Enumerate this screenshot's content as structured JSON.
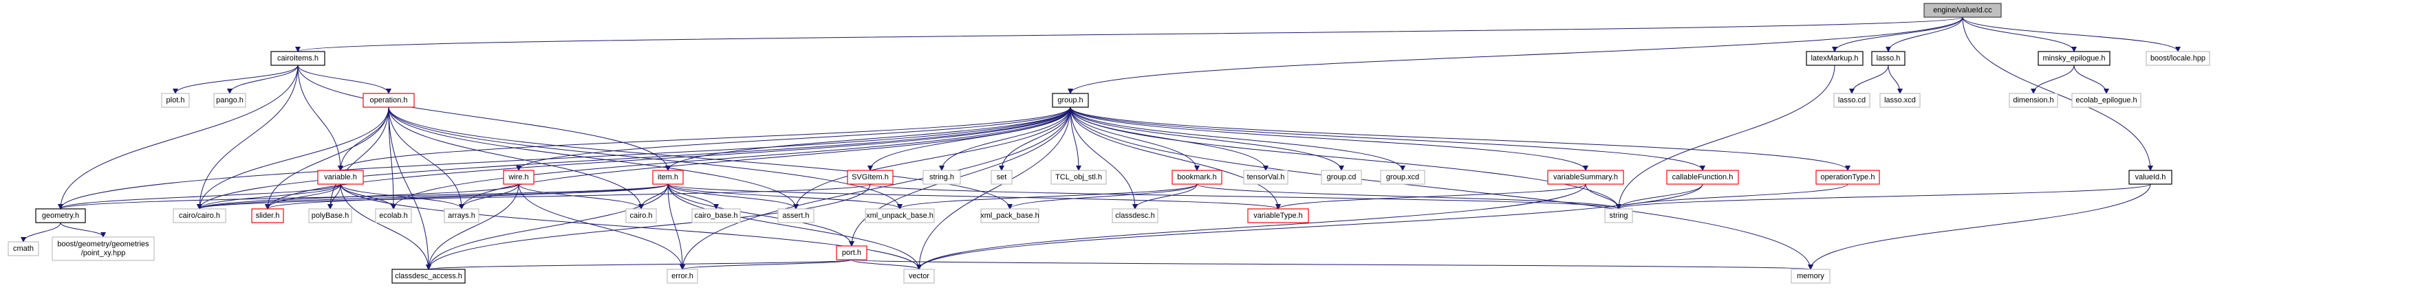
{
  "graph": {
    "colors": {
      "edge": "#191970",
      "focus_fill": "#bfbfbf",
      "focus_border": "#404040",
      "documented_border": "#000000",
      "undocumented_border": "#bfbfbf",
      "incomplete_border": "#ff0000"
    },
    "nodes": [
      {
        "id": "valueId_cc",
        "label": "engine/valueId.cc",
        "kind": "focus"
      },
      {
        "id": "cairoItems_h",
        "label": "cairoItems.h",
        "kind": "documented"
      },
      {
        "id": "latexMarkup_h",
        "label": "latexMarkup.h",
        "kind": "documented"
      },
      {
        "id": "lasso_h",
        "label": "lasso.h",
        "kind": "documented"
      },
      {
        "id": "minsky_epilogue_h",
        "label": "minsky_epilogue.h",
        "kind": "documented"
      },
      {
        "id": "boost_locale",
        "label": "boost/locale.hpp",
        "kind": "external"
      },
      {
        "id": "plot_h",
        "label": "plot.h",
        "kind": "external"
      },
      {
        "id": "pango_h",
        "label": "pango.h",
        "kind": "external"
      },
      {
        "id": "operation_h",
        "label": "operation.h",
        "kind": "incomplete"
      },
      {
        "id": "group_h",
        "label": "group.h",
        "kind": "documented"
      },
      {
        "id": "lasso_cd",
        "label": "lasso.cd",
        "kind": "external"
      },
      {
        "id": "lasso_xcd",
        "label": "lasso.xcd",
        "kind": "external"
      },
      {
        "id": "dimension_h",
        "label": "dimension.h",
        "kind": "external"
      },
      {
        "id": "ecolab_epilogue_h",
        "label": "ecolab_epilogue.h",
        "kind": "external"
      },
      {
        "id": "valueId_h",
        "label": "valueId.h",
        "kind": "documented"
      },
      {
        "id": "variable_h",
        "label": "variable.h",
        "kind": "incomplete"
      },
      {
        "id": "wire_h",
        "label": "wire.h",
        "kind": "incomplete"
      },
      {
        "id": "item_h",
        "label": "item.h",
        "kind": "incomplete"
      },
      {
        "id": "SVGItem_h",
        "label": "SVGItem.h",
        "kind": "incomplete"
      },
      {
        "id": "string_h",
        "label": "string.h",
        "kind": "external"
      },
      {
        "id": "set",
        "label": "set",
        "kind": "external"
      },
      {
        "id": "TCL_obj_stl_h",
        "label": "TCL_obj_stl.h",
        "kind": "external"
      },
      {
        "id": "bookmark_h",
        "label": "bookmark.h",
        "kind": "incomplete"
      },
      {
        "id": "tensorVal_h",
        "label": "tensorVal.h",
        "kind": "external"
      },
      {
        "id": "group_cd",
        "label": "group.cd",
        "kind": "external"
      },
      {
        "id": "group_xcd",
        "label": "group.xcd",
        "kind": "external"
      },
      {
        "id": "variableSummary_h",
        "label": "variableSummary.h",
        "kind": "incomplete"
      },
      {
        "id": "callableFunction_h",
        "label": "callableFunction.h",
        "kind": "incomplete"
      },
      {
        "id": "operationType_h",
        "label": "operationType.h",
        "kind": "incomplete"
      },
      {
        "id": "geometry_h",
        "label": "geometry.h",
        "kind": "documented"
      },
      {
        "id": "cairo_cairo_h",
        "label": "cairo/cairo.h",
        "kind": "external"
      },
      {
        "id": "slider_h",
        "label": "slider.h",
        "kind": "incomplete"
      },
      {
        "id": "polyBase_h",
        "label": "polyBase.h",
        "kind": "external"
      },
      {
        "id": "ecolab_h",
        "label": "ecolab.h",
        "kind": "external"
      },
      {
        "id": "arrays_h",
        "label": "arrays.h",
        "kind": "external"
      },
      {
        "id": "cairo_h",
        "label": "cairo.h",
        "kind": "external"
      },
      {
        "id": "cairo_base_h",
        "label": "cairo_base.h",
        "kind": "external"
      },
      {
        "id": "assert_h",
        "label": "assert.h",
        "kind": "external"
      },
      {
        "id": "xml_unpack_base_h",
        "label": "xml_unpack_base.h",
        "kind": "external"
      },
      {
        "id": "xml_pack_base_h",
        "label": "xml_pack_base.h",
        "kind": "external"
      },
      {
        "id": "classdesc_h",
        "label": "classdesc.h",
        "kind": "external"
      },
      {
        "id": "variableType_h",
        "label": "variableType.h",
        "kind": "incomplete"
      },
      {
        "id": "string",
        "label": "string",
        "kind": "external"
      },
      {
        "id": "cmath",
        "label": "cmath",
        "kind": "external"
      },
      {
        "id": "boost_geometry",
        "label": "boost/geometry/geometries\n/point_xy.hpp",
        "kind": "external"
      },
      {
        "id": "port_h",
        "label": "port.h",
        "kind": "incomplete"
      },
      {
        "id": "classdesc_access_h",
        "label": "classdesc_access.h",
        "kind": "documented"
      },
      {
        "id": "error_h",
        "label": "error.h",
        "kind": "external"
      },
      {
        "id": "vector",
        "label": "vector",
        "kind": "external"
      },
      {
        "id": "memory",
        "label": "memory",
        "kind": "external"
      }
    ],
    "edges": [
      [
        "valueId_cc",
        "cairoItems_h"
      ],
      [
        "valueId_cc",
        "group_h"
      ],
      [
        "valueId_cc",
        "latexMarkup_h"
      ],
      [
        "valueId_cc",
        "lasso_h"
      ],
      [
        "valueId_cc",
        "minsky_epilogue_h"
      ],
      [
        "valueId_cc",
        "boost_locale"
      ],
      [
        "valueId_cc",
        "valueId_h"
      ],
      [
        "cairoItems_h",
        "plot_h"
      ],
      [
        "cairoItems_h",
        "pango_h"
      ],
      [
        "cairoItems_h",
        "operation_h"
      ],
      [
        "cairoItems_h",
        "variable_h"
      ],
      [
        "cairoItems_h",
        "geometry_h"
      ],
      [
        "cairoItems_h",
        "cairo_cairo_h"
      ],
      [
        "cairoItems_h",
        "item_h"
      ],
      [
        "latexMarkup_h",
        "string"
      ],
      [
        "lasso_h",
        "lasso_cd"
      ],
      [
        "lasso_h",
        "lasso_xcd"
      ],
      [
        "minsky_epilogue_h",
        "dimension_h"
      ],
      [
        "minsky_epilogue_h",
        "ecolab_epilogue_h"
      ],
      [
        "valueId_h",
        "string"
      ],
      [
        "valueId_h",
        "memory"
      ],
      [
        "operation_h",
        "variable_h"
      ],
      [
        "operation_h",
        "slider_h"
      ],
      [
        "operation_h",
        "polyBase_h"
      ],
      [
        "operation_h",
        "ecolab_h"
      ],
      [
        "operation_h",
        "arrays_h"
      ],
      [
        "operation_h",
        "cairo_cairo_h"
      ],
      [
        "operation_h",
        "classdesc_access_h"
      ],
      [
        "operation_h",
        "cairo_h"
      ],
      [
        "operation_h",
        "assert_h"
      ],
      [
        "operation_h",
        "xml_unpack_base_h"
      ],
      [
        "operation_h",
        "xml_pack_base_h"
      ],
      [
        "group_h",
        "variable_h"
      ],
      [
        "group_h",
        "wire_h"
      ],
      [
        "group_h",
        "item_h"
      ],
      [
        "group_h",
        "SVGItem_h"
      ],
      [
        "group_h",
        "string_h"
      ],
      [
        "group_h",
        "set"
      ],
      [
        "group_h",
        "TCL_obj_stl_h"
      ],
      [
        "group_h",
        "bookmark_h"
      ],
      [
        "group_h",
        "tensorVal_h"
      ],
      [
        "group_h",
        "group_cd"
      ],
      [
        "group_h",
        "group_xcd"
      ],
      [
        "group_h",
        "variableSummary_h"
      ],
      [
        "group_h",
        "callableFunction_h"
      ],
      [
        "group_h",
        "operationType_h"
      ],
      [
        "group_h",
        "string"
      ],
      [
        "group_h",
        "memory"
      ],
      [
        "group_h",
        "vector"
      ],
      [
        "group_h",
        "port_h"
      ],
      [
        "group_h",
        "classdesc_h"
      ],
      [
        "group_h",
        "variableType_h"
      ],
      [
        "group_h",
        "ecolab_h"
      ],
      [
        "group_h",
        "arrays_h"
      ],
      [
        "group_h",
        "error_h"
      ],
      [
        "group_h",
        "assert_h"
      ],
      [
        "group_h",
        "cairo_cairo_h"
      ],
      [
        "group_h",
        "geometry_h"
      ],
      [
        "group_h",
        "slider_h"
      ],
      [
        "variable_h",
        "slider_h"
      ],
      [
        "variable_h",
        "polyBase_h"
      ],
      [
        "variable_h",
        "ecolab_h"
      ],
      [
        "variable_h",
        "arrays_h"
      ],
      [
        "variable_h",
        "cairo_cairo_h"
      ],
      [
        "variable_h",
        "classdesc_access_h"
      ],
      [
        "variable_h",
        "vector"
      ],
      [
        "variable_h",
        "geometry_h"
      ],
      [
        "wire_h",
        "arrays_h"
      ],
      [
        "wire_h",
        "cairo_cairo_h"
      ],
      [
        "wire_h",
        "classdesc_access_h"
      ],
      [
        "wire_h",
        "error_h"
      ],
      [
        "wire_h",
        "cairo_h"
      ],
      [
        "item_h",
        "cairo_h"
      ],
      [
        "item_h",
        "cairo_base_h"
      ],
      [
        "item_h",
        "assert_h"
      ],
      [
        "item_h",
        "vector"
      ],
      [
        "item_h",
        "classdesc_access_h"
      ],
      [
        "item_h",
        "port_h"
      ],
      [
        "item_h",
        "cairo_cairo_h"
      ],
      [
        "item_h",
        "variableType_h"
      ],
      [
        "item_h",
        "error_h"
      ],
      [
        "item_h",
        "slider_h"
      ],
      [
        "item_h",
        "geometry_h"
      ],
      [
        "item_h",
        "xml_unpack_base_h"
      ],
      [
        "SVGItem_h",
        "classdesc_access_h"
      ],
      [
        "SVGItem_h",
        "string"
      ],
      [
        "SVGItem_h",
        "cairo_cairo_h"
      ],
      [
        "bookmark_h",
        "xml_unpack_base_h"
      ],
      [
        "bookmark_h",
        "xml_pack_base_h"
      ],
      [
        "bookmark_h",
        "classdesc_h"
      ],
      [
        "bookmark_h",
        "string"
      ],
      [
        "variableSummary_h",
        "variableType_h"
      ],
      [
        "variableSummary_h",
        "string"
      ],
      [
        "variableSummary_h",
        "vector"
      ],
      [
        "callableFunction_h",
        "string"
      ],
      [
        "callableFunction_h",
        "vector"
      ],
      [
        "operationType_h",
        "string"
      ],
      [
        "geometry_h",
        "cmath"
      ],
      [
        "geometry_h",
        "boost_geometry"
      ],
      [
        "port_h",
        "classdesc_access_h"
      ],
      [
        "port_h",
        "vector"
      ],
      [
        "port_h",
        "memory"
      ],
      [
        "port_h",
        "error_h"
      ]
    ]
  }
}
